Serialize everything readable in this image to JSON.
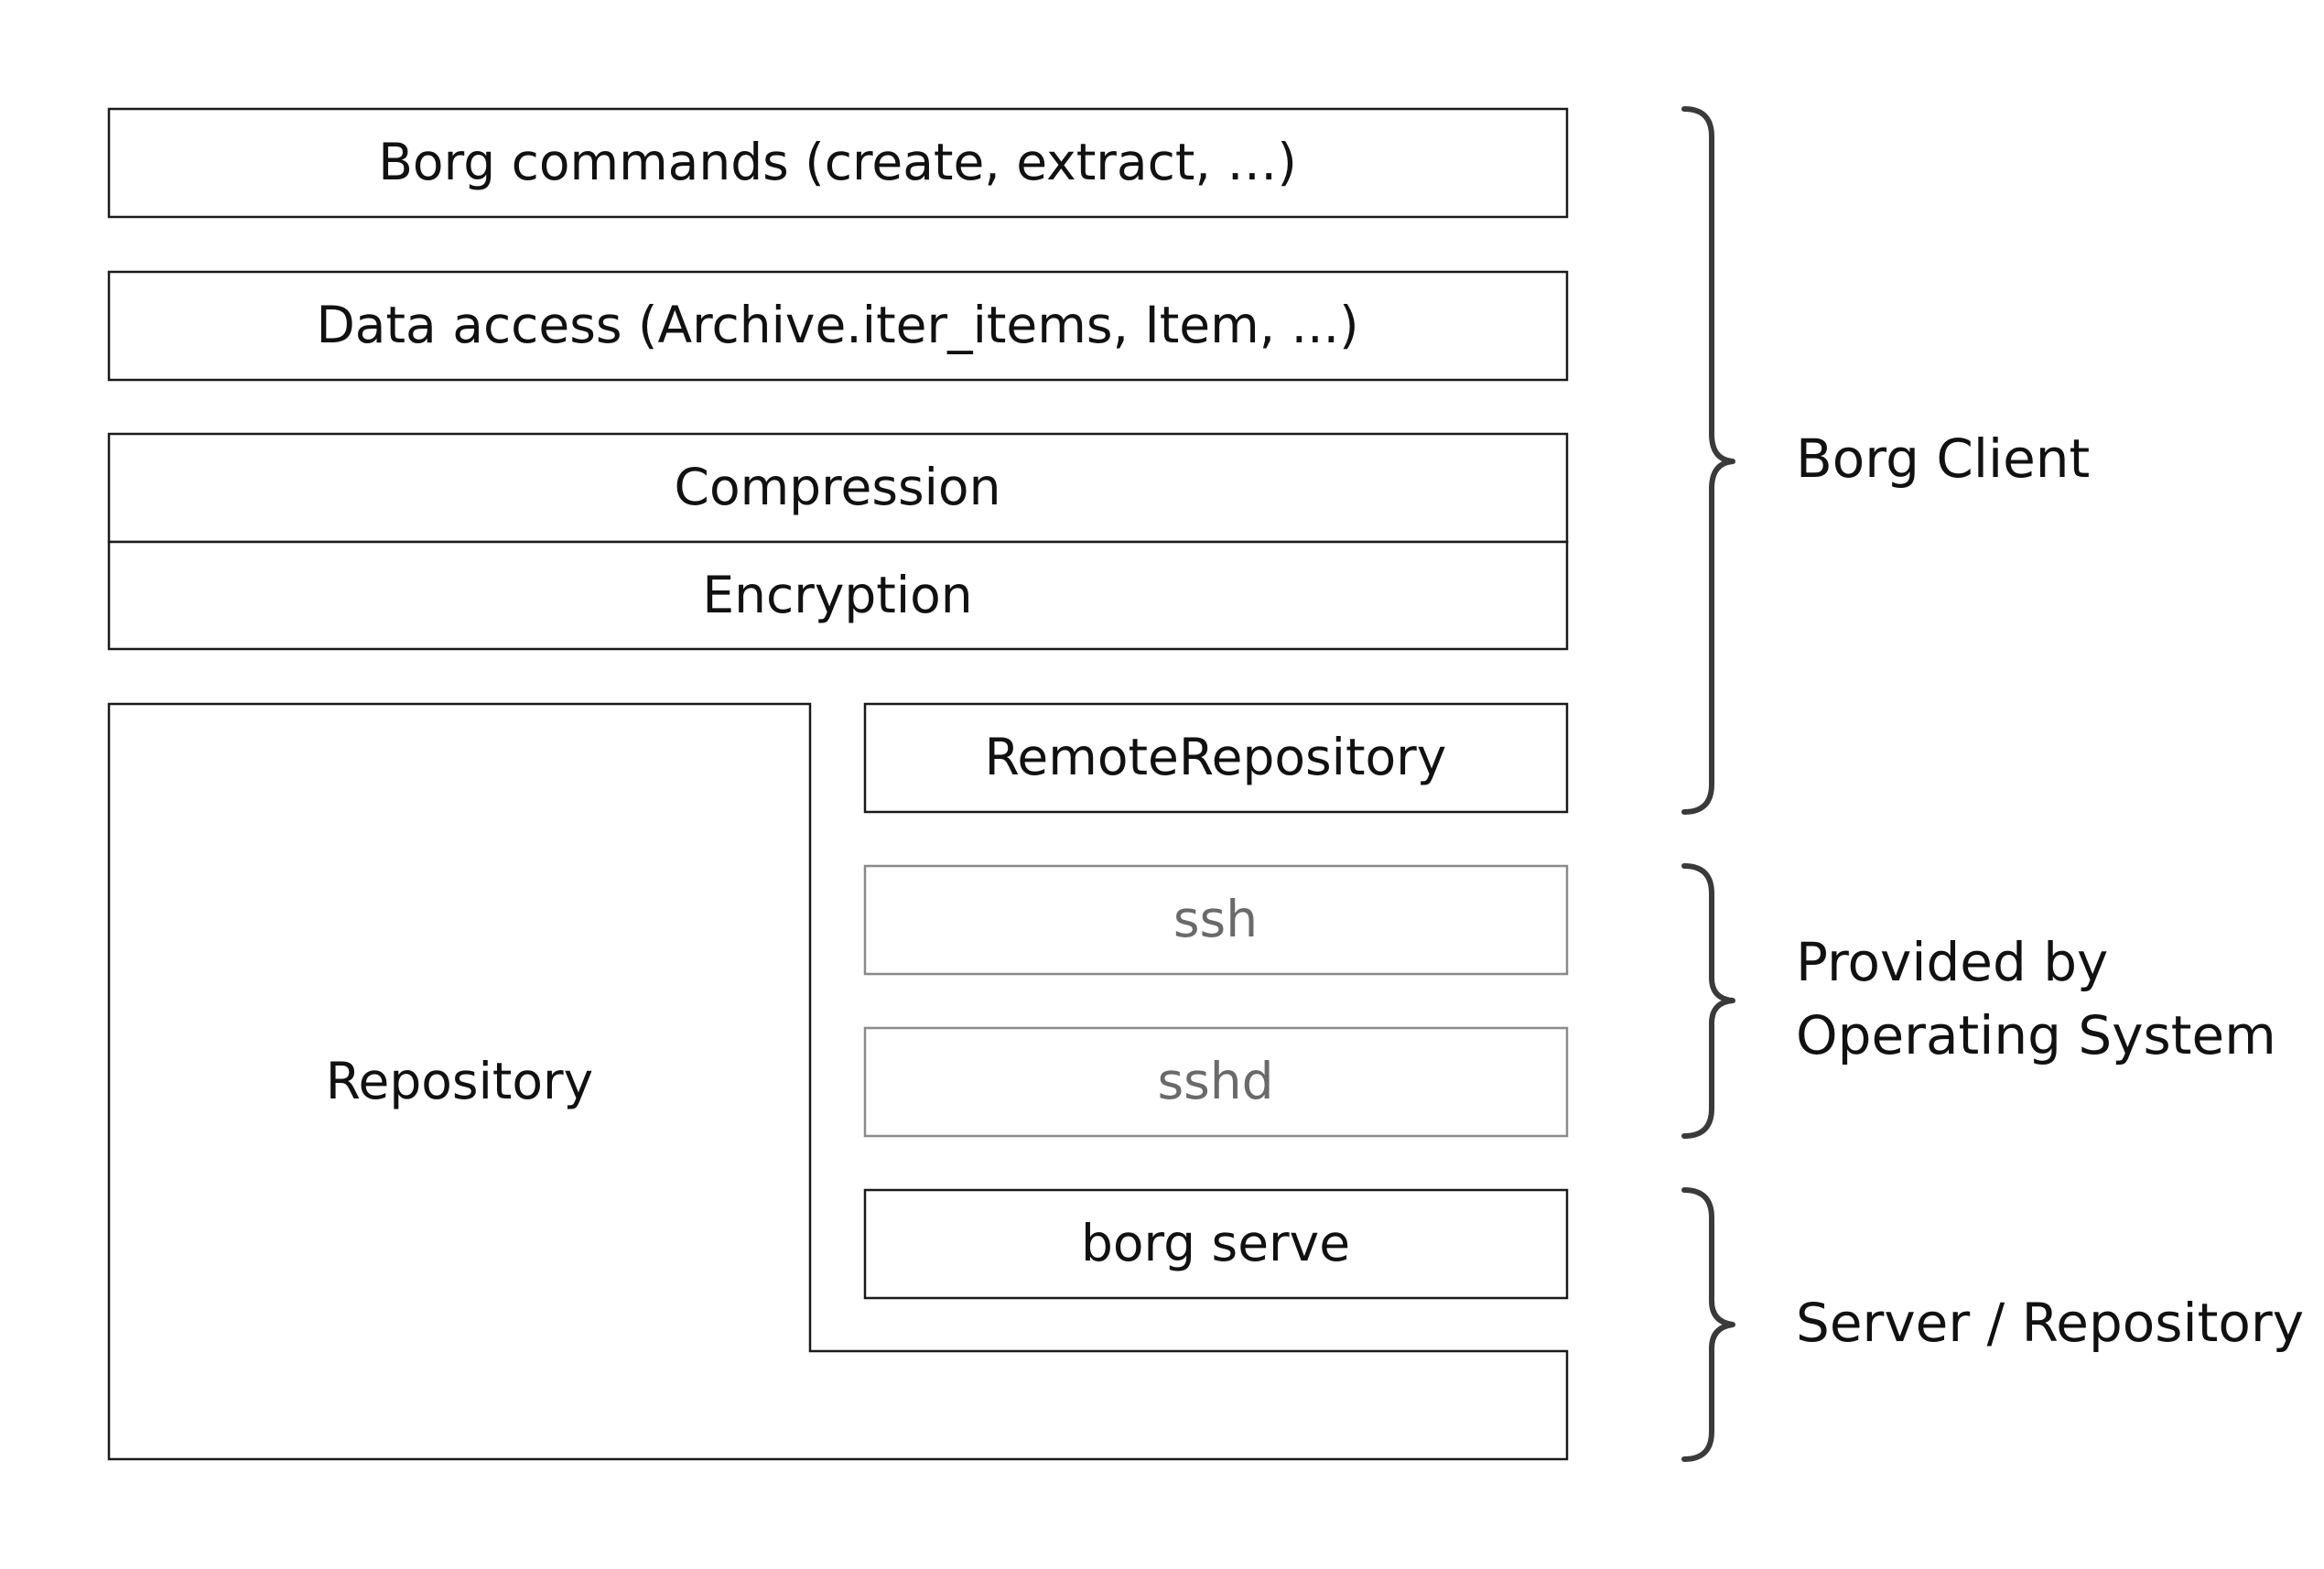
{
  "layers": {
    "borg_commands": "Borg commands (create, extract, …)",
    "data_access": "Data access (Archive.iter_items, Item, ...)",
    "compression": "Compression",
    "encryption": "Encryption",
    "repository": "Repository",
    "remote_repository": "RemoteRepository",
    "ssh": "ssh",
    "sshd": "sshd",
    "borg_serve": "borg serve"
  },
  "groups": {
    "client": "Borg Client",
    "os_line1": "Provided by",
    "os_line2": "Operating System",
    "server": "Server / Repository"
  },
  "colors": {
    "border": "#1a1a1a",
    "muted_border": "#8a8a8a",
    "muted_text": "#6a6a6a",
    "brace": "#3a3a3a"
  }
}
